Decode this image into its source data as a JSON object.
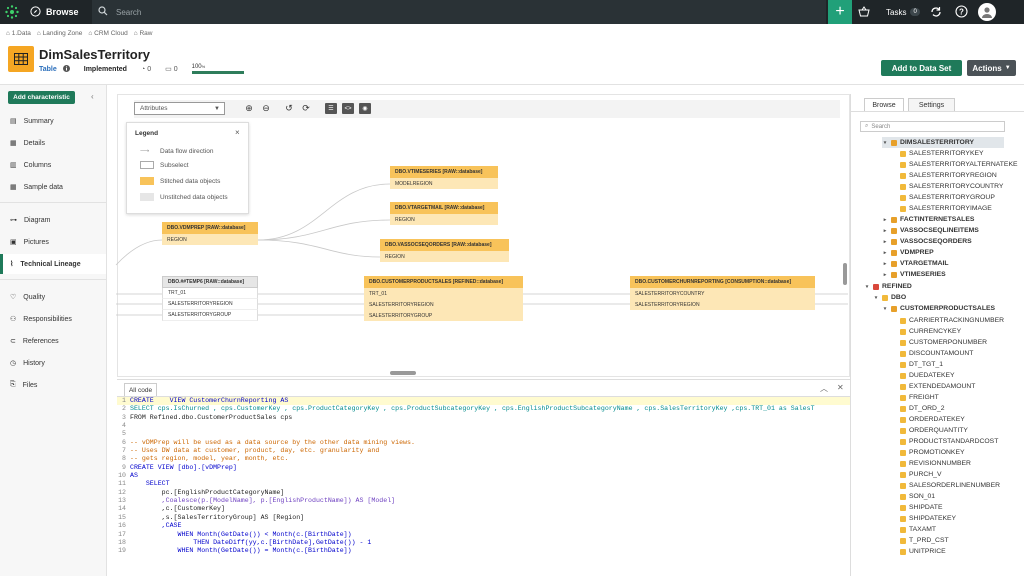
{
  "topbar": {
    "browse": "Browse",
    "search_placeholder": "Search",
    "tasks": "Tasks",
    "tasks_count": "0"
  },
  "breadcrumbs": [
    "1.Data",
    "Landing Zone",
    "CRM Cloud",
    "Raw"
  ],
  "asset": {
    "title": "DimSalesTerritory",
    "type": "Table",
    "status": "Implemented",
    "comments": "0",
    "responsibilities": "0",
    "completeness": "100"
  },
  "buttons": {
    "add_to_data_set": "Add to Data Set",
    "actions": "Actions"
  },
  "sidebar": {
    "add_characteristic": "Add characteristic",
    "items": [
      "Summary",
      "Details",
      "Columns",
      "Sample data",
      "Diagram",
      "Pictures",
      "Technical Lineage",
      "Quality",
      "Responsibilities",
      "References",
      "History",
      "Files"
    ]
  },
  "diagram": {
    "dropdown": "Attributes",
    "legend": {
      "title": "Legend",
      "items": [
        "Data flow direction",
        "Subselect",
        "Stitched data objects",
        "Unstitched data objects"
      ]
    },
    "nodes": [
      {
        "title": "DBO.VTIMESERIES [RAW::database]",
        "rows": [
          "MODELREGION"
        ]
      },
      {
        "title": "DBO.VTARGETMAIL [RAW::database]",
        "rows": [
          "REGION"
        ]
      },
      {
        "title": "DBO.VASSOCSEQORDERS [RAW::database]",
        "rows": [
          "REGION"
        ]
      },
      {
        "title": "DBO.VDMPREP [RAW::database]",
        "rows": [
          "REGION"
        ]
      },
      {
        "title": "DBO.##TEMP6 [RAW::database]",
        "rows": [
          "TRT_01",
          "SALESTERRITORYREGION",
          "SALESTERRITORYGROUP"
        ]
      },
      {
        "title": "DBO.CUSTOMERPRODUCTSALES [REFINED::database]",
        "rows": [
          "TRT_01",
          "SALESTERRITORYREGION",
          "SALESTERRITORYGROUP"
        ]
      },
      {
        "title": "DBO.CUSTOMERCHURNREPORTING [CONSUMPTION::database]",
        "rows": [
          "SALESTERRITORYCOUNTRY",
          "SALESTERRITORYREGION"
        ]
      }
    ]
  },
  "code": {
    "tab": "All code",
    "lines": [
      "CREATE    VIEW CustomerChurnReporting AS",
      "SELECT cps.IsChurned , cps.CustomerKey , cps.ProductCategoryKey , cps.ProductSubcategoryKey , cps.EnglishProductSubcategoryName , cps.SalesTerritoryKey ,cps.TRT_01 as SalesT",
      "FROM Refined.dbo.CustomerProductSales cps",
      "",
      "",
      "-- vDMPrep will be used as a data source by the other data mining views.",
      "-- Uses DW data at customer, product, day, etc. granularity and",
      "-- gets region, model, year, month, etc.",
      "CREATE VIEW [dbo].[vDMPrep]",
      "AS",
      "    SELECT",
      "        pc.[EnglishProductCategoryName]",
      "        ,Coalesce(p.[ModelName], p.[EnglishProductName]) AS [Model]",
      "        ,c.[CustomerKey]",
      "        ,s.[SalesTerritoryGroup] AS [Region]",
      "        ,CASE",
      "            WHEN Month(GetDate()) < Month(c.[BirthDate])",
      "                THEN DateDiff(yy,c.[BirthDate],GetDate()) - 1",
      "            WHEN Month(GetDate()) = Month(c.[BirthDate])"
    ]
  },
  "rpanel": {
    "tabs": [
      "Browse",
      "Settings"
    ],
    "search_placeholder": "Search",
    "tree": [
      "DIMSALESTERRITORY",
      "SALESTERRITORYKEY",
      "SALESTERRITORYALTERNATEKE",
      "SALESTERRITORYREGION",
      "SALESTERRITORYCOUNTRY",
      "SALESTERRITORYGROUP",
      "SALESTERRITORYIMAGE",
      "FACTINTERNETSALES",
      "VASSOCSEQLINEITEMS",
      "VASSOCSEQORDERS",
      "VDMPREP",
      "VTARGETMAIL",
      "VTIMESERIES",
      "REFINED",
      "DBO",
      "CUSTOMERPRODUCTSALES",
      "CARRIERTRACKINGNUMBER",
      "CURRENCYKEY",
      "CUSTOMERPONUMBER",
      "DISCOUNTAMOUNT",
      "DT_TGT_1",
      "DUEDATEKEY",
      "EXTENDEDAMOUNT",
      "FREIGHT",
      "DT_ORD_2",
      "ORDERDATEKEY",
      "ORDERQUANTITY",
      "PRODUCTSTANDARDCOST",
      "PROMOTIONKEY",
      "REVISIONNUMBER",
      "PURCH_V",
      "SALESORDERLINENUMBER",
      "SON_01",
      "SHIPDATE",
      "SHIPDATEKEY",
      "TAXAMT",
      "T_PRD_CST",
      "UNITPRICE"
    ]
  },
  "colors": {
    "accent": "#1f7a5a",
    "topbar": "#1f2528",
    "stitched": "#f8c35a",
    "table_icon": "#f5a623"
  }
}
